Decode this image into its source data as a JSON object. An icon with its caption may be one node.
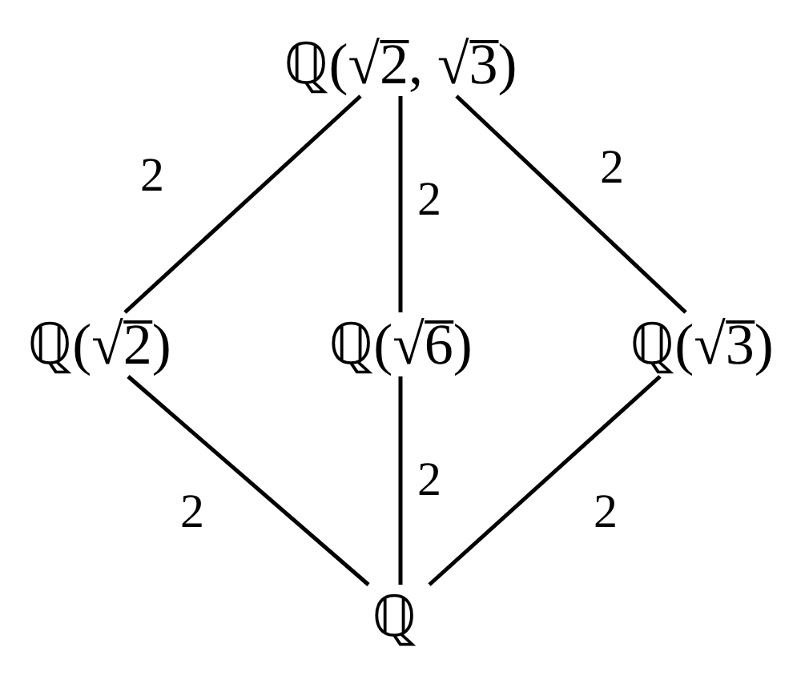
{
  "diagram": {
    "nodes": [
      {
        "text": [
          "ℚ(√2, √3)"
        ]
      },
      {
        "text": [
          "ℚ(√2)"
        ]
      },
      {
        "text": [
          "ℚ(√6)"
        ]
      },
      {
        "text": [
          "ℚ(√3)"
        ]
      },
      {
        "text": [
          "ℚ"
        ]
      }
    ],
    "edges": [
      {
        "from": 0,
        "to": 1,
        "arrow": "none",
        "label": "2"
      },
      {
        "from": 0,
        "to": 2,
        "arrow": "none",
        "label": "2"
      },
      {
        "from": 0,
        "to": 3,
        "arrow": "none",
        "label": "2"
      },
      {
        "from": 1,
        "to": 4,
        "arrow": "none",
        "label": "2"
      },
      {
        "from": 2,
        "to": 4,
        "arrow": "none",
        "label": "2"
      },
      {
        "from": 3,
        "to": 4,
        "arrow": "none",
        "label": "2"
      }
    ]
  }
}
